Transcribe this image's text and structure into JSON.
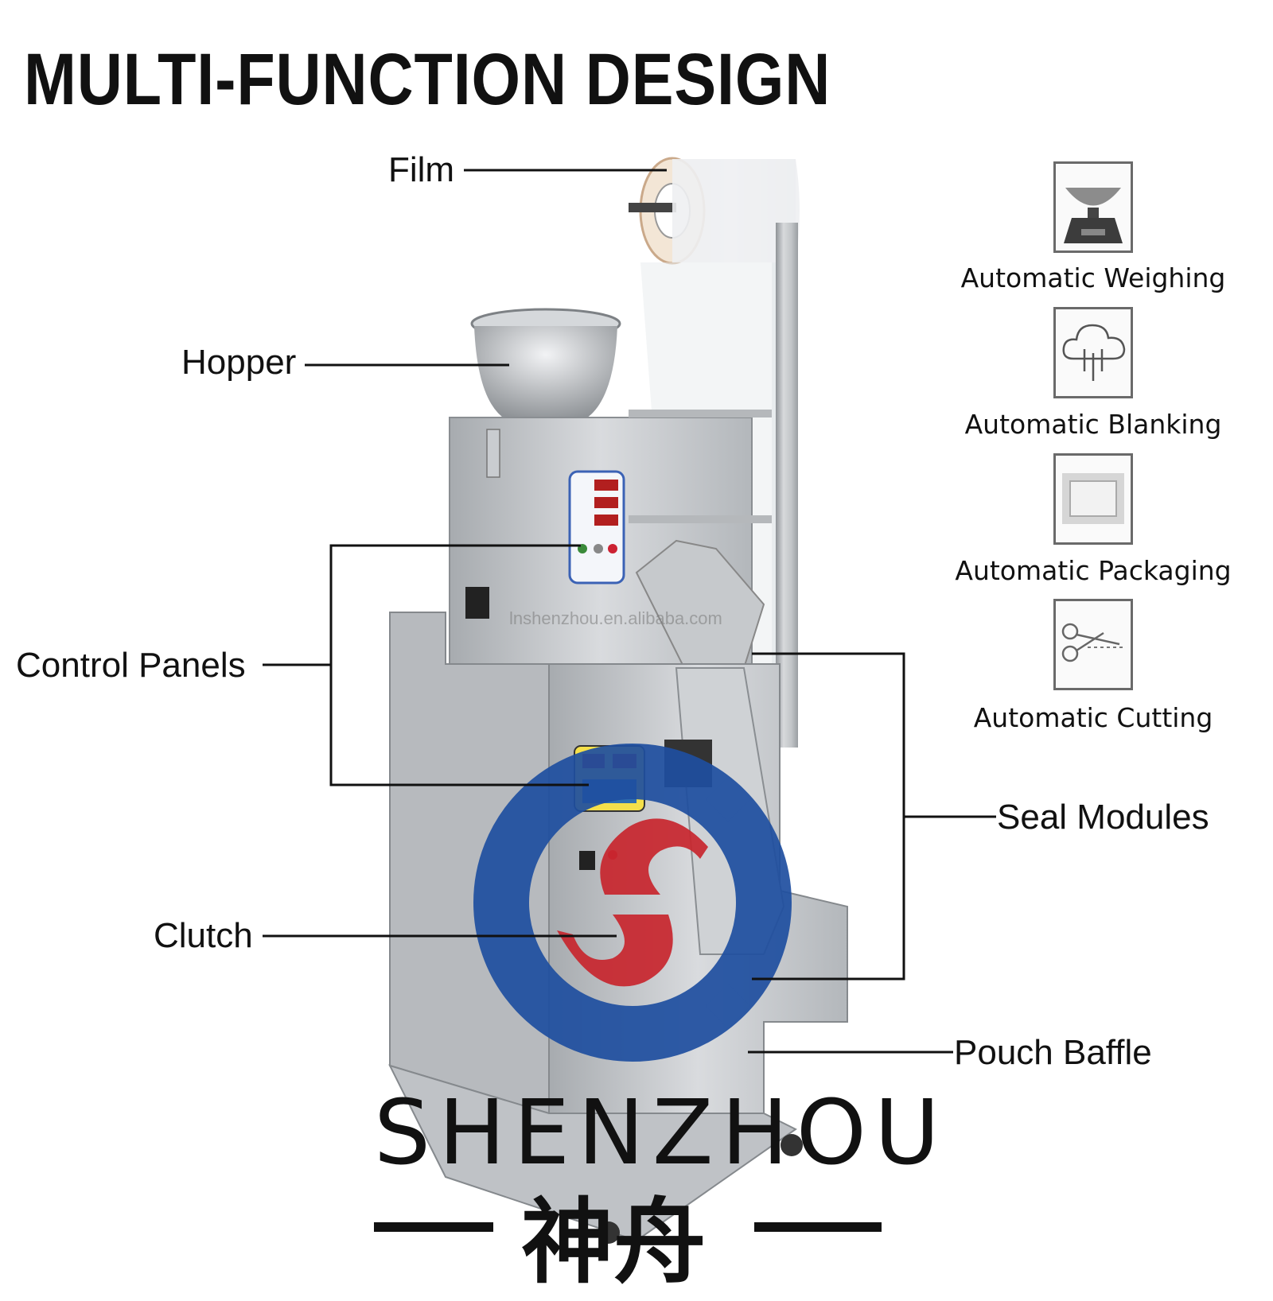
{
  "title": "MULTI-FUNCTION DESIGN",
  "callouts": {
    "film": "Film",
    "hopper": "Hopper",
    "control_panels": "Control Panels",
    "clutch": "Clutch",
    "seal_modules": "Seal Modules",
    "pouch_baffle": "Pouch Baffle"
  },
  "features": [
    {
      "label": "Automatic Weighing",
      "icon": "scale-icon"
    },
    {
      "label": "Automatic Blanking",
      "icon": "cloud-rain-icon"
    },
    {
      "label": "Automatic Packaging",
      "icon": "package-frame-icon"
    },
    {
      "label": "Automatic Cutting",
      "icon": "scissors-icon"
    }
  ],
  "watermark": "lnshenzhou.en.alibaba.com",
  "brand": {
    "name_en": "SHENZHOU",
    "name_cn": "神舟"
  },
  "colors": {
    "logo_blue": "#1f4fa0",
    "logo_red": "#c8262e",
    "steel": "#b9bcc0"
  }
}
